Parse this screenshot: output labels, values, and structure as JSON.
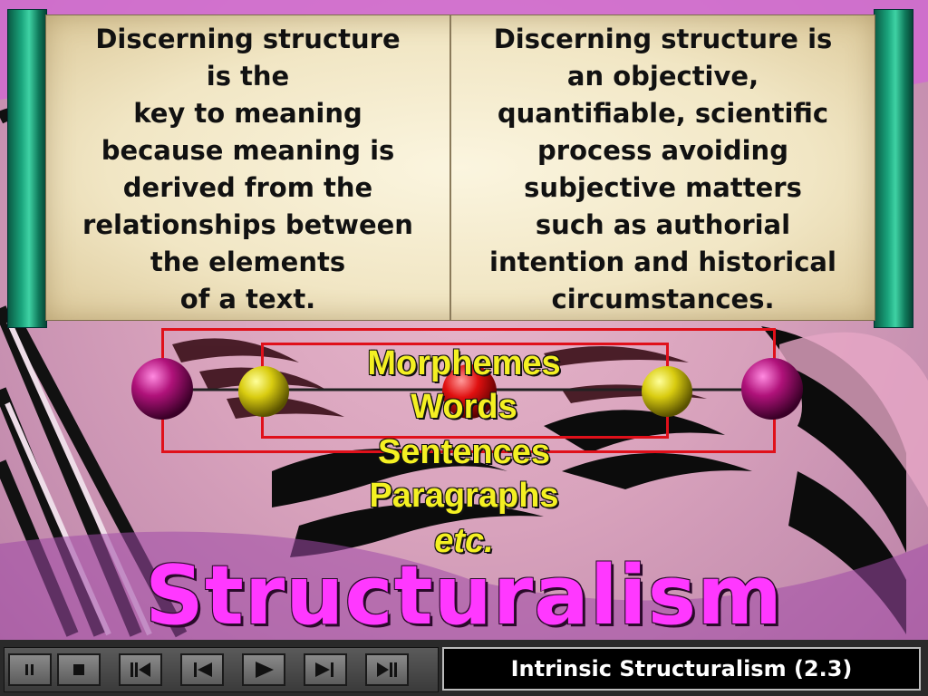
{
  "scroll": {
    "left_text": "Discerning structure\nis the\nkey to meaning\nbecause meaning is\nderived from the\nrelationships between\nthe elements\nof a text.",
    "right_text": "Discerning structure is\nan objective,\nquantifiable, scientific\nprocess avoiding\nsubjective matters\nsuch as authorial\nintention and historical\ncircumstances."
  },
  "units": {
    "morphemes": "Morphemes",
    "words": "Words",
    "sentences": "Sentences",
    "paragraphs": "Paragraphs",
    "etc": "etc."
  },
  "slide_title": "Structuralism",
  "caption": "Intrinsic Structuralism (2.3)",
  "controls": {
    "icons": [
      "pause-icon",
      "stop-icon",
      "first-slide-icon",
      "previous-slide-icon",
      "play-icon",
      "next-slide-icon",
      "last-slide-icon"
    ]
  },
  "colors": {
    "title": "#ff38ff",
    "units_text": "#f4f022",
    "roller": "#1aa47c",
    "box_outline": "#e0101a",
    "outer_sphere": "#a0106e",
    "inner_sphere": "#e0d410",
    "center_sphere": "#e01010"
  }
}
